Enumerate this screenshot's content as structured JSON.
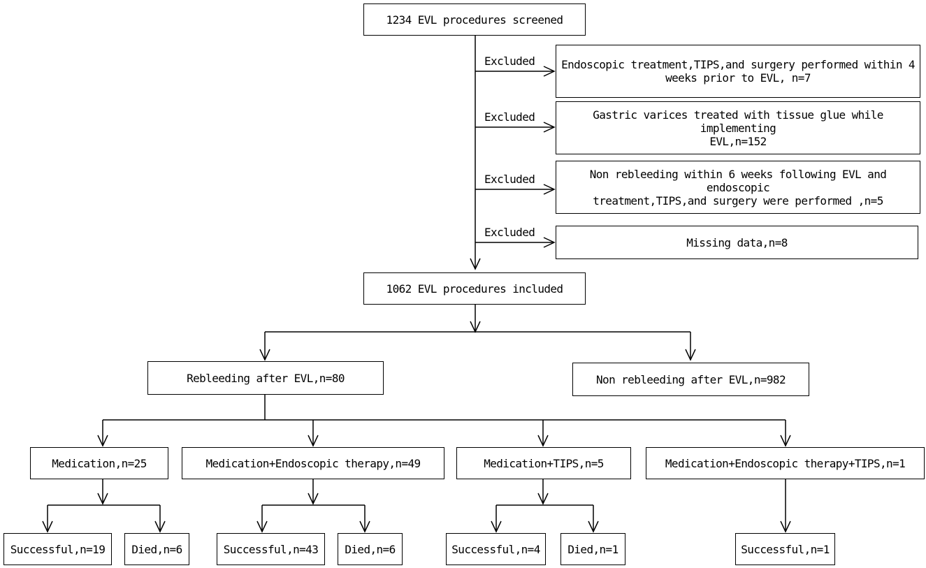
{
  "screened": "1234 EVL procedures screened",
  "exclusions": [
    {
      "label": "Excluded",
      "text": "Endoscopic treatment,TIPS,and surgery performed within 4\nweeks prior to EVL, n=7"
    },
    {
      "label": "Excluded",
      "text": "Gastric varices treated with tissue glue while implementing\nEVL,n=152"
    },
    {
      "label": "Excluded",
      "text": "Non rebleeding within 6 weeks following EVL and endoscopic\ntreatment,TIPS,and surgery were performed ,n=5"
    },
    {
      "label": "Excluded",
      "text": "Missing data,n=8"
    }
  ],
  "included": "1062 EVL procedures included",
  "rebleeding": "Rebleeding after EVL,n=80",
  "non_rebleeding": "Non rebleeding after EVL,n=982",
  "treatments": [
    {
      "label": "Medication,n=25",
      "successful": "Successful,n=19",
      "died": "Died,n=6"
    },
    {
      "label": "Medication+Endoscopic therapy,n=49",
      "successful": "Successful,n=43",
      "died": "Died,n=6"
    },
    {
      "label": "Medication+TIPS,n=5",
      "successful": "Successful,n=4",
      "died": "Died,n=1"
    },
    {
      "label": "Medication+Endoscopic therapy+TIPS,n=1",
      "successful": "Successful,n=1"
    }
  ]
}
